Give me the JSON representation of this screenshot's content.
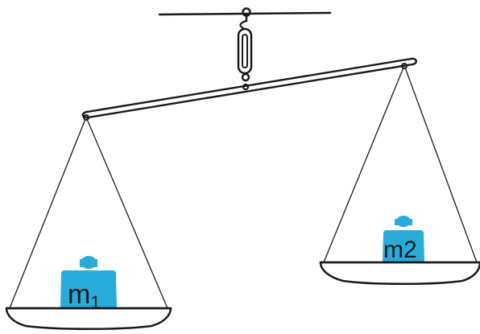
{
  "colors": {
    "weight": "#29abd9",
    "ink": "#1a1a1a",
    "background": "#ffffff"
  },
  "balance": {
    "state": "tilted",
    "heavier_side": "left"
  },
  "weights": {
    "left": {
      "label_base": "m",
      "label_subscript": "1"
    },
    "right": {
      "label_base": "m",
      "label_subscript": "2"
    }
  }
}
